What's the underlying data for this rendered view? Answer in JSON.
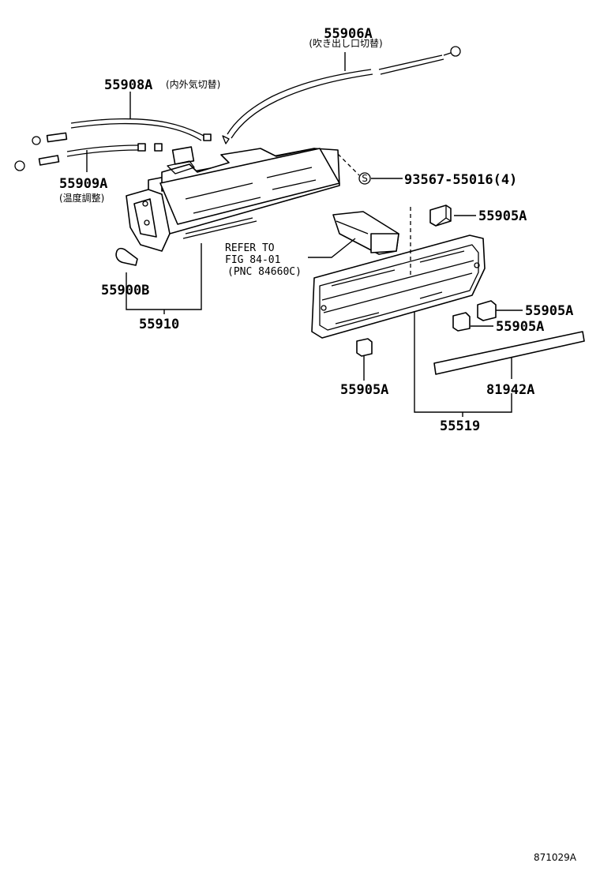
{
  "parts": {
    "p55906A": {
      "number": "55906A",
      "note": "(吹き出し口切替)"
    },
    "p55908A": {
      "number": "55908A",
      "note": "(内外気切替)"
    },
    "p55909A": {
      "number": "55909A",
      "note": "(温度調整)"
    },
    "p93567": {
      "symbol": "S",
      "number": "93567-55016(4)"
    },
    "p55905A_1": {
      "number": "55905A"
    },
    "p55905A_2": {
      "number": "55905A"
    },
    "p55905A_3": {
      "number": "55905A"
    },
    "p55905A_4": {
      "number": "55905A"
    },
    "p55900B": {
      "number": "55900B"
    },
    "p55910": {
      "number": "55910"
    },
    "p81942A": {
      "number": "81942A"
    },
    "p55519": {
      "number": "55519"
    }
  },
  "reference": {
    "line1": "REFER TO",
    "line2": "FIG 84-01",
    "line3": "(PNC 84660C)"
  },
  "footer": {
    "code": "871029A"
  }
}
